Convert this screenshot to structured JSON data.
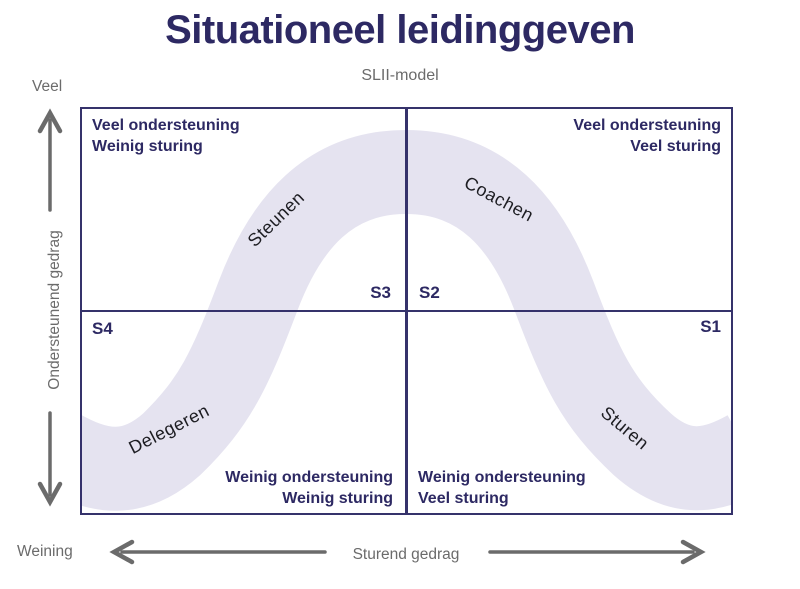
{
  "title": "Situationeel leidinggeven",
  "subtitle": "SLII-model",
  "colors": {
    "navy": "#2d2963",
    "gray": "#6b6b6b",
    "band": "#e5e3f0",
    "line": "#35326b",
    "curve-label": "#1d1d22"
  },
  "y_axis": {
    "top_label": "Veel",
    "bottom_label": "Weining",
    "axis_label": "Ondersteunend gedrag",
    "arrows": [
      "arrow-up",
      "arrow-down"
    ]
  },
  "x_axis": {
    "axis_label": "Sturend gedrag",
    "arrows": [
      "arrow-left",
      "arrow-right"
    ]
  },
  "quadrants": {
    "top_left": {
      "heading_line1": "Veel ondersteuning",
      "heading_line2": "Weinig sturing",
      "stage": "S3",
      "curve_label": "Steunen"
    },
    "top_right": {
      "heading_line1": "Veel ondersteuning",
      "heading_line2": "Veel sturing",
      "stage": "S2",
      "curve_label": "Coachen"
    },
    "bottom_left": {
      "heading_line1": "Weinig ondersteuning",
      "heading_line2": "Weinig sturing",
      "stage": "S4",
      "curve_label": "Delegeren"
    },
    "bottom_right": {
      "heading_line1": "Weinig ondersteuning",
      "heading_line2": "Veel sturing",
      "stage": "S1",
      "curve_label": "Sturen"
    }
  }
}
